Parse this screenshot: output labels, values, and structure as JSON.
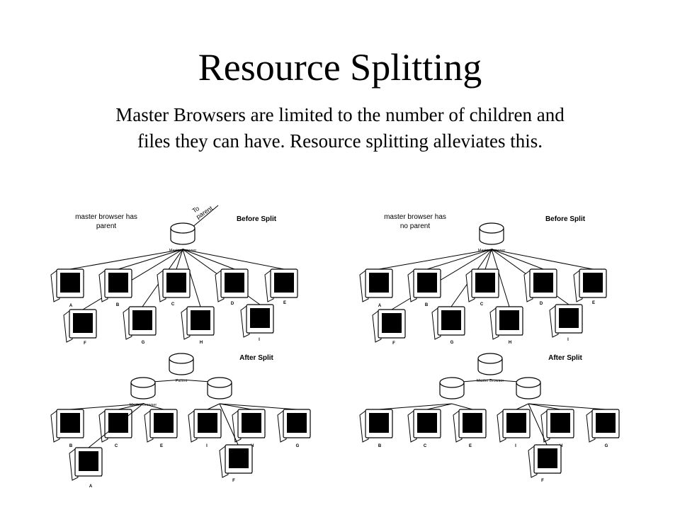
{
  "slide": {
    "title": "Resource Splitting",
    "subtitle": "Master Browsers are limited to the number of children and files they can have.  Resource splitting alleviates this."
  },
  "panels": [
    {
      "before": {
        "caption_lines": [
          "master browser has",
          "parent"
        ],
        "heading": "Before Split",
        "server_label": "Master Browser",
        "arrow_label_lines": [
          "To",
          "parent"
        ],
        "nodes": [
          "A",
          "B",
          "C",
          "D",
          "E",
          "F",
          "G",
          "H",
          "I"
        ]
      },
      "after": {
        "heading": "After Split",
        "top_label": "Parent",
        "left_label": "Master Browser",
        "nodes": [
          "B",
          "C",
          "E",
          "I",
          "H",
          "G",
          "A",
          "F"
        ]
      }
    },
    {
      "before": {
        "caption_lines": [
          "master browser has",
          "no parent"
        ],
        "heading": "Before Split",
        "server_label": "Master Browser",
        "nodes": [
          "A",
          "B",
          "C",
          "D",
          "E",
          "F",
          "G",
          "H",
          "I"
        ]
      },
      "after": {
        "heading": "After Split",
        "top_label": "Master Browser",
        "nodes": [
          "B",
          "C",
          "E",
          "I",
          "H",
          "G",
          "F"
        ]
      }
    }
  ]
}
